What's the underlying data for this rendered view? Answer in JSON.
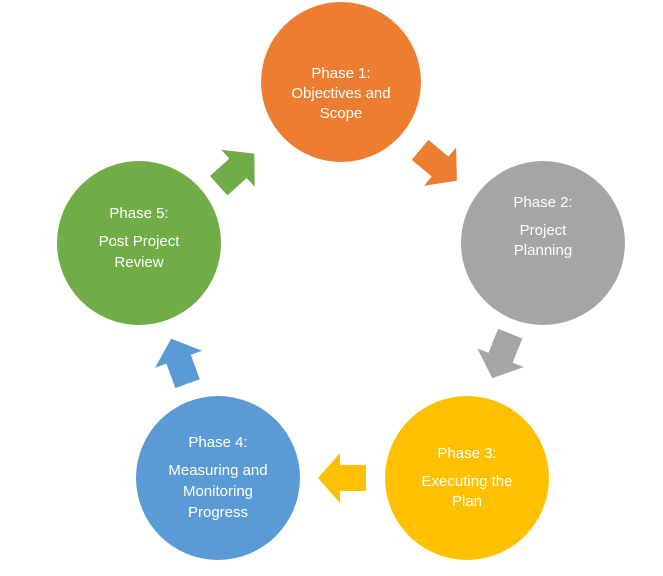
{
  "diagram": {
    "type": "cycle",
    "phases": [
      {
        "title": "Phase 1:",
        "lines": [
          "Objectives and",
          "Scope"
        ],
        "color": "#ED7D31"
      },
      {
        "title": "Phase 2:",
        "lines": [
          "Project",
          "Planning"
        ],
        "color": "#A5A5A5"
      },
      {
        "title": "Phase 3:",
        "lines": [
          "Executing the",
          "Plan"
        ],
        "color": "#FFC000"
      },
      {
        "title": "Phase 4:",
        "lines": [
          "Measuring and",
          "Monitoring",
          "Progress"
        ],
        "color": "#5B9BD5"
      },
      {
        "title": "Phase 5:",
        "lines": [
          "Post Project",
          "Review"
        ],
        "color": "#70AD47"
      }
    ],
    "arrows": [
      {
        "from": "Phase 1",
        "to": "Phase 2",
        "color": "#ED7D31"
      },
      {
        "from": "Phase 2",
        "to": "Phase 3",
        "color": "#A5A5A5"
      },
      {
        "from": "Phase 3",
        "to": "Phase 4",
        "color": "#FFC000"
      },
      {
        "from": "Phase 4",
        "to": "Phase 5",
        "color": "#5B9BD5"
      },
      {
        "from": "Phase 5",
        "to": "Phase 1",
        "color": "#70AD47"
      }
    ]
  }
}
